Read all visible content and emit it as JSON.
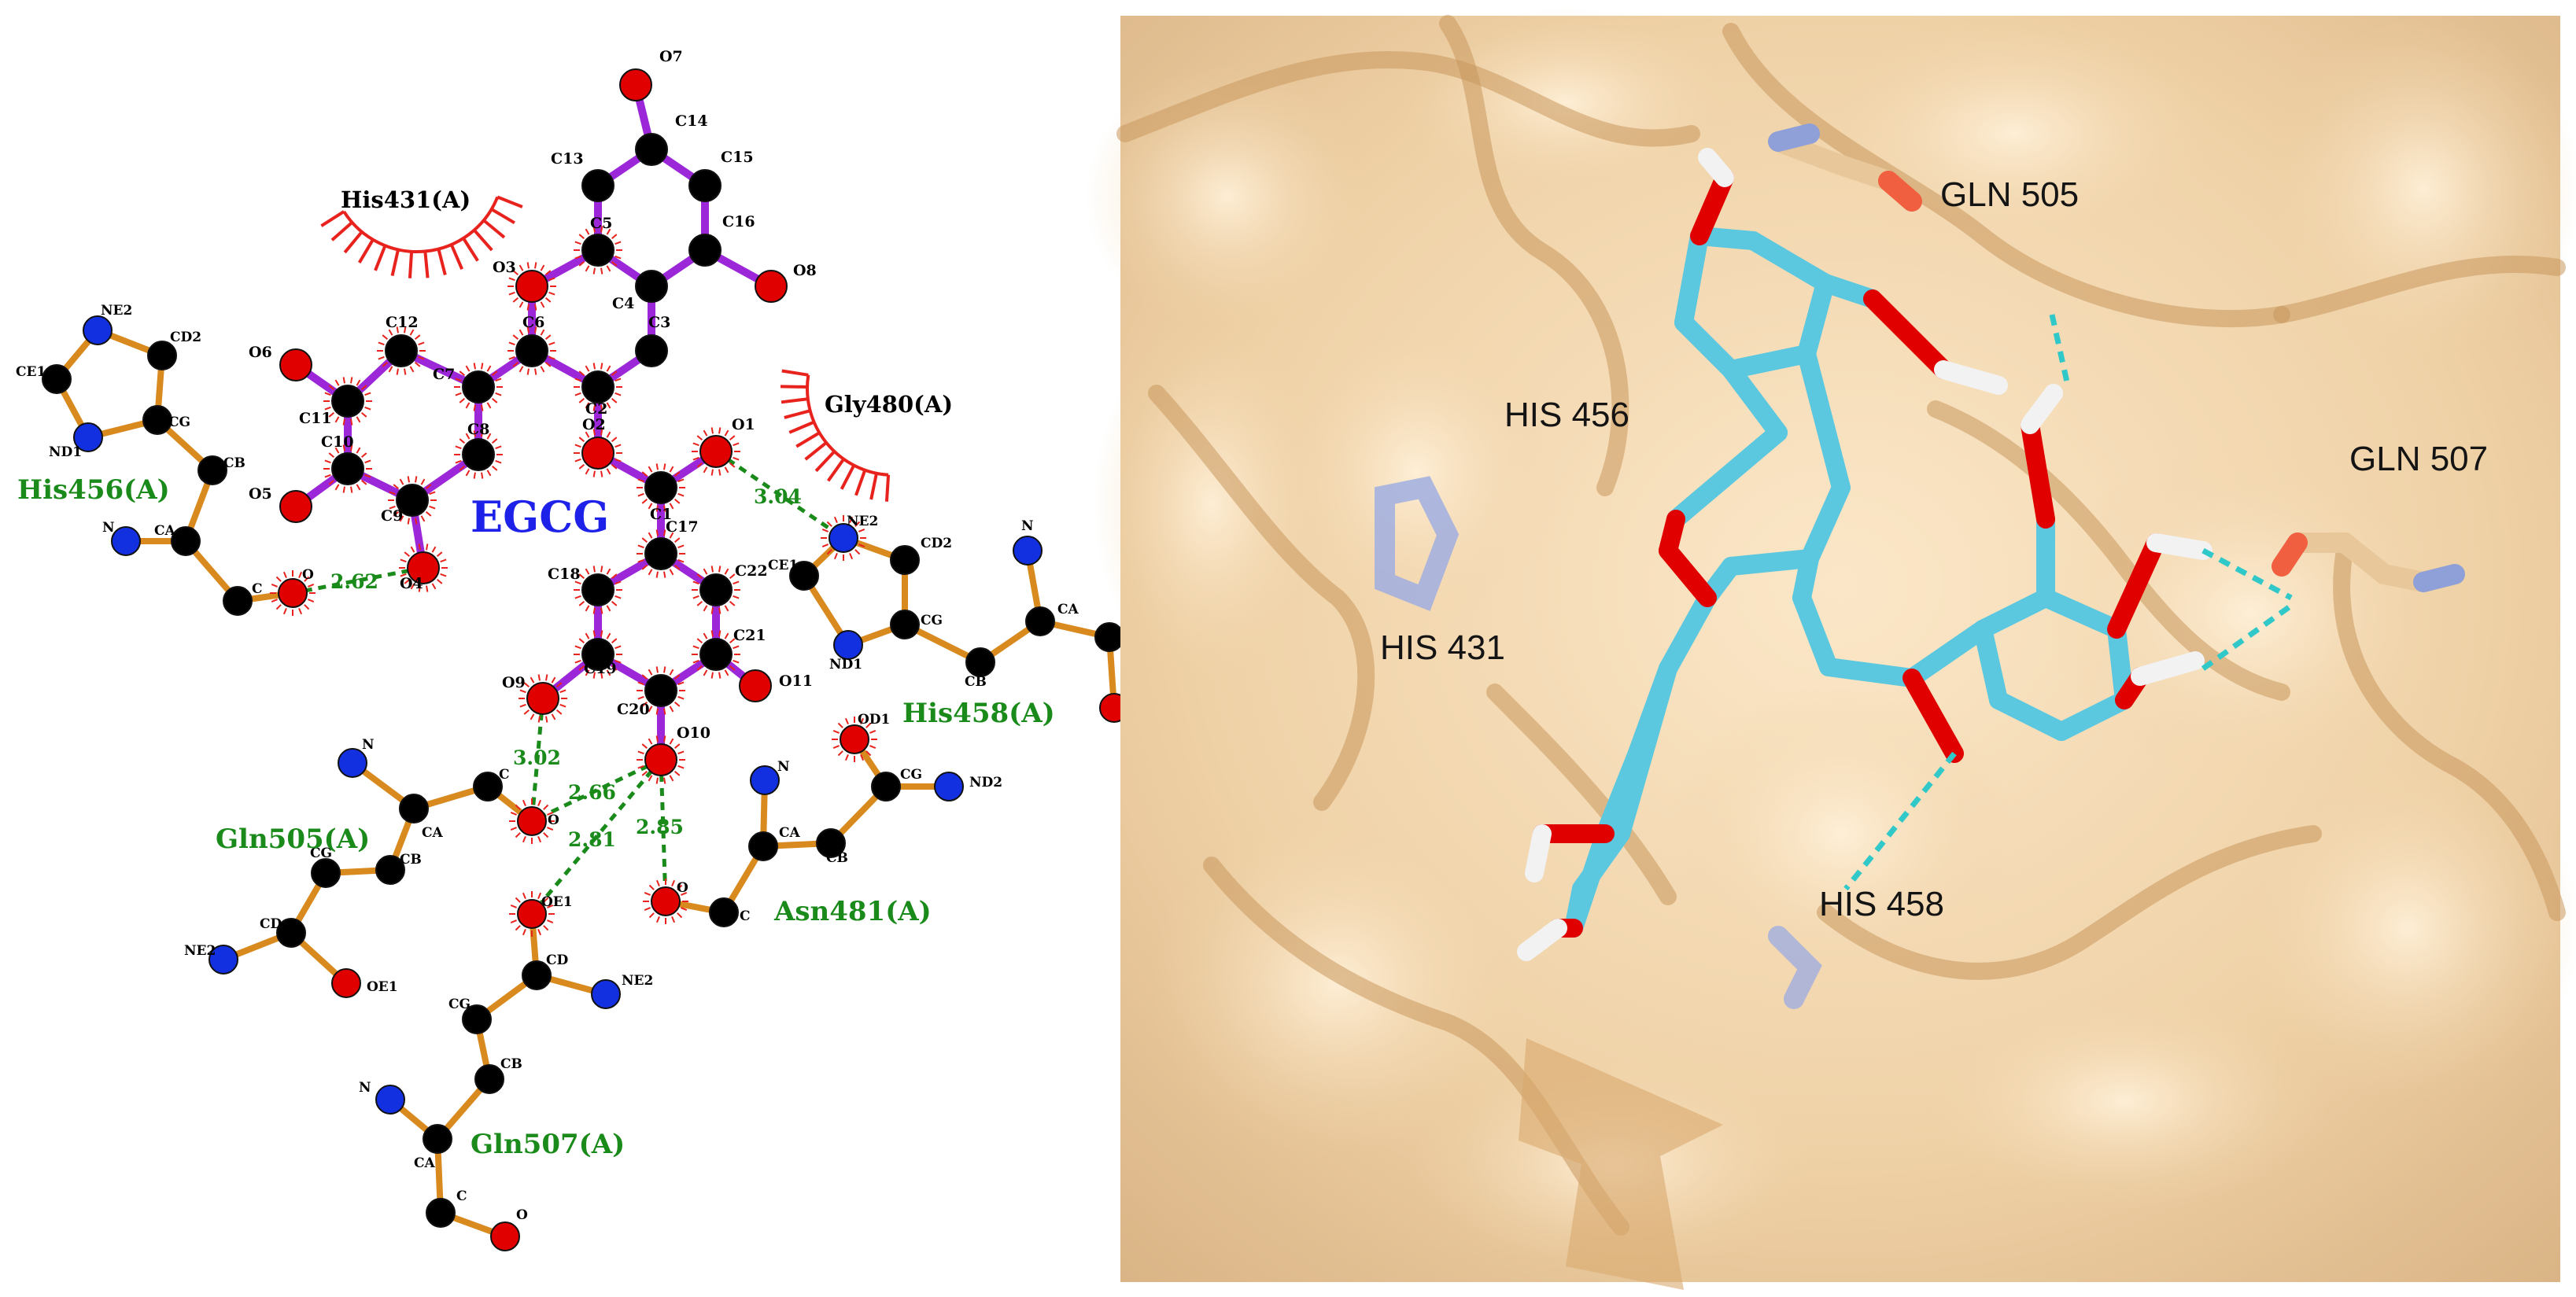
{
  "ligand_name": "EGCG",
  "colors": {
    "ligand_bond": "#9b27d9",
    "residue_bond": "#d98a1e",
    "hbond": "#1a8a1a",
    "hydrophobic_arc": "#e8231e",
    "carbon": "#000000",
    "oxygen": "#e00000",
    "nitrogen": "#1230e0",
    "surface": "#f3d9b4",
    "ligand_3d": "#5bc8e0",
    "hbond_3d": "#30c8c8"
  },
  "hydrophobic_residues": [
    {
      "id": "his431",
      "label": "His431(A)"
    },
    {
      "id": "gly480",
      "label": "Gly480(A)"
    }
  ],
  "hbond_residues": [
    {
      "id": "his456",
      "label": "His456(A)"
    },
    {
      "id": "his458",
      "label": "His458(A)"
    },
    {
      "id": "gln505",
      "label": "Gln505(A)"
    },
    {
      "id": "asn481",
      "label": "Asn481(A)"
    },
    {
      "id": "gln507",
      "label": "Gln507(A)"
    }
  ],
  "hbond_distances": [
    {
      "id": "d1",
      "value": "2.62"
    },
    {
      "id": "d2",
      "value": "3.04"
    },
    {
      "id": "d3",
      "value": "3.02"
    },
    {
      "id": "d4",
      "value": "2.66"
    },
    {
      "id": "d5",
      "value": "2.81"
    },
    {
      "id": "d6",
      "value": "2.85"
    }
  ],
  "structure_labels": [
    {
      "id": "gln505",
      "label": "GLN 505"
    },
    {
      "id": "his456",
      "label": "HIS 456"
    },
    {
      "id": "gln507",
      "label": "GLN 507"
    },
    {
      "id": "his431",
      "label": "HIS 431"
    },
    {
      "id": "his458",
      "label": "HIS 458"
    }
  ],
  "atom_labels": {
    "O7": "O7",
    "C14": "C14",
    "C13": "C13",
    "C15": "C15",
    "C5": "C5",
    "C16": "C16",
    "O3": "O3",
    "O8": "O8",
    "C4": "C4",
    "C6": "C6",
    "C3": "C3",
    "O6": "O6",
    "C12": "C12",
    "C2": "C2",
    "C11": "C11",
    "C7": "C7",
    "C10": "C10",
    "C8": "C8",
    "O2": "O2",
    "O1": "O1",
    "O5": "O5",
    "C9": "C9",
    "C1": "C1",
    "O4": "O4",
    "C17": "C17",
    "C18": "C18",
    "C22": "C22",
    "C19": "C19",
    "C21": "C21",
    "O9": "O9",
    "C20": "C20",
    "O11": "O11",
    "O10": "O10"
  },
  "residue_atom_labels": {
    "his456": [
      "NE2",
      "CD2",
      "CE1",
      "CG",
      "ND1",
      "CB",
      "N",
      "CA",
      "C",
      "O"
    ],
    "his458": [
      "NE2",
      "CD2",
      "CE1",
      "CG",
      "ND1",
      "CB",
      "N",
      "CA"
    ],
    "gln505": [
      "N",
      "C",
      "CA",
      "O",
      "CB",
      "CG",
      "CD",
      "NE2",
      "OE1"
    ],
    "asn481": [
      "OD1",
      "N",
      "CG",
      "ND2",
      "CA",
      "CB",
      "O",
      "C"
    ],
    "gln507": [
      "OE1",
      "CD",
      "NE2",
      "CG",
      "CB",
      "N",
      "CA",
      "C",
      "O"
    ]
  }
}
